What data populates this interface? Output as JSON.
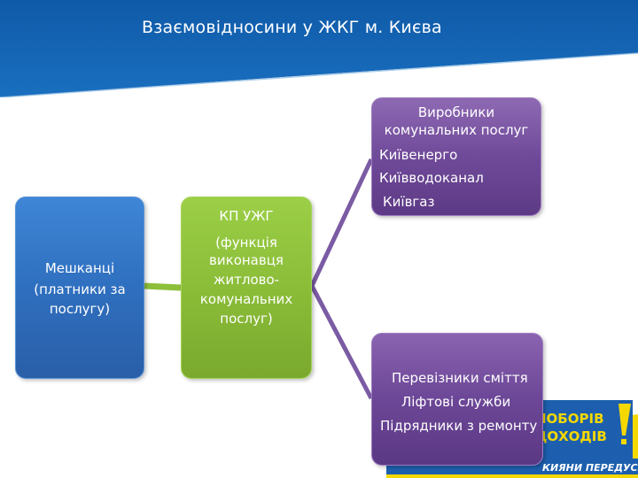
{
  "slide": {
    "title": "Взаємовідносини у ЖКГ м. Києва"
  },
  "residents": {
    "lines": [
      "Мешканці",
      "(платники за",
      "послугу)"
    ]
  },
  "kp": {
    "title": "КП УЖГ",
    "lines": [
      "(функція",
      "виконавця",
      "житлово-",
      "комунальних",
      "послуг)"
    ]
  },
  "producers": {
    "title_lines": [
      "Виробники",
      "комунальних послуг"
    ],
    "items": [
      "Київенерго",
      "Київводоканал",
      "Київгаз"
    ]
  },
  "others": {
    "items": [
      "Перевізники сміття",
      "Ліфтові служби",
      "Підрядники з ремонту"
    ]
  },
  "colors": {
    "header_blue": "#1566b5",
    "residents_blue": "#3478c8",
    "kp_green": "#8dbf3a",
    "producers_purple": "#6f4a99",
    "connector_purple": "#7b5ba3",
    "connector_green": "#8dbf3a"
  }
}
